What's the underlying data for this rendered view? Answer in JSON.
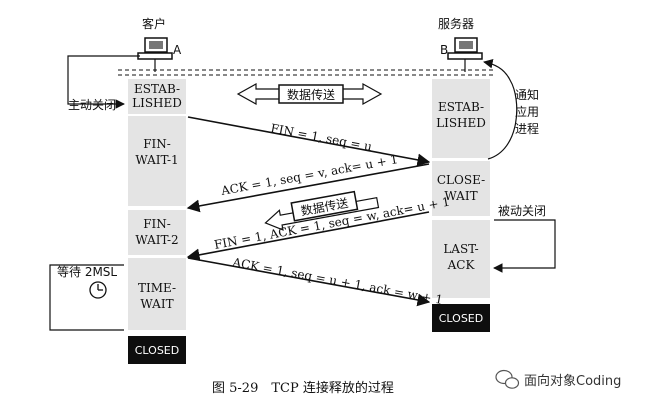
{
  "hosts": {
    "client_label": "客户",
    "client_letter": "A",
    "server_label": "服务器",
    "server_letter": "B"
  },
  "client_states": {
    "established_1": "ESTAB-",
    "established_2": "LISHED",
    "fin_wait1_1": "FIN-",
    "fin_wait1_2": "WAIT-1",
    "fin_wait2_1": "FIN-",
    "fin_wait2_2": "WAIT-2",
    "time_wait_1": "TIME-",
    "time_wait_2": "WAIT",
    "closed": "CLOSED"
  },
  "server_states": {
    "established_1": "ESTAB-",
    "established_2": "LISHED",
    "close_wait_1": "CLOSE-",
    "close_wait_2": "WAIT",
    "last_ack_1": "LAST-",
    "last_ack_2": "ACK",
    "closed": "CLOSED"
  },
  "messages": {
    "fin1": "FIN = 1, seq = u",
    "ack1": "ACK = 1, seq = v, ack= u + 1",
    "fin2": "FIN = 1, ACK = 1, seq = w, ack= u + 1",
    "ack2": "ACK = 1, seq = u + 1, ack = w + 1"
  },
  "labels": {
    "data_transfer_1": "数据传送",
    "data_transfer_2": "数据传送",
    "active_close": "主动关闭",
    "passive_close": "被动关闭",
    "notify_app_1": "通知",
    "notify_app_2": "应用",
    "notify_app_3": "进程",
    "wait_2msl": "等待 2MSL"
  },
  "caption": "图 5-29　TCP 连接释放的过程",
  "watermark": "面向对象Coding",
  "colors": {
    "state_fill": "#e4e4e4",
    "closed_fill": "#0e0e0e",
    "line": "#111111"
  }
}
